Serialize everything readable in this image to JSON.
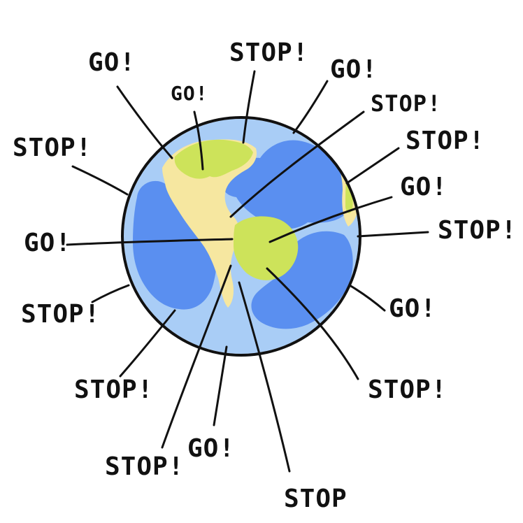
{
  "colors": {
    "ocean": "#5a8ff0",
    "shallow": "#a9cdf6",
    "land_green": "#cde35a",
    "land_yellow": "#f6e7a0",
    "ink": "#111111",
    "background": "#ffffff"
  },
  "labels": [
    {
      "text": "GO!"
    },
    {
      "text": "GO!"
    },
    {
      "text": "STOP!"
    },
    {
      "text": "GO!"
    },
    {
      "text": "STOP!"
    },
    {
      "text": "STOP!"
    },
    {
      "text": "STOP!"
    },
    {
      "text": "GO!"
    },
    {
      "text": "GO!"
    },
    {
      "text": "STOP!"
    },
    {
      "text": "STOP!"
    },
    {
      "text": "GO!"
    },
    {
      "text": "STOP!"
    },
    {
      "text": "STOP!"
    },
    {
      "text": "GO!"
    },
    {
      "text": "STOP!"
    },
    {
      "text": "STOP"
    }
  ]
}
